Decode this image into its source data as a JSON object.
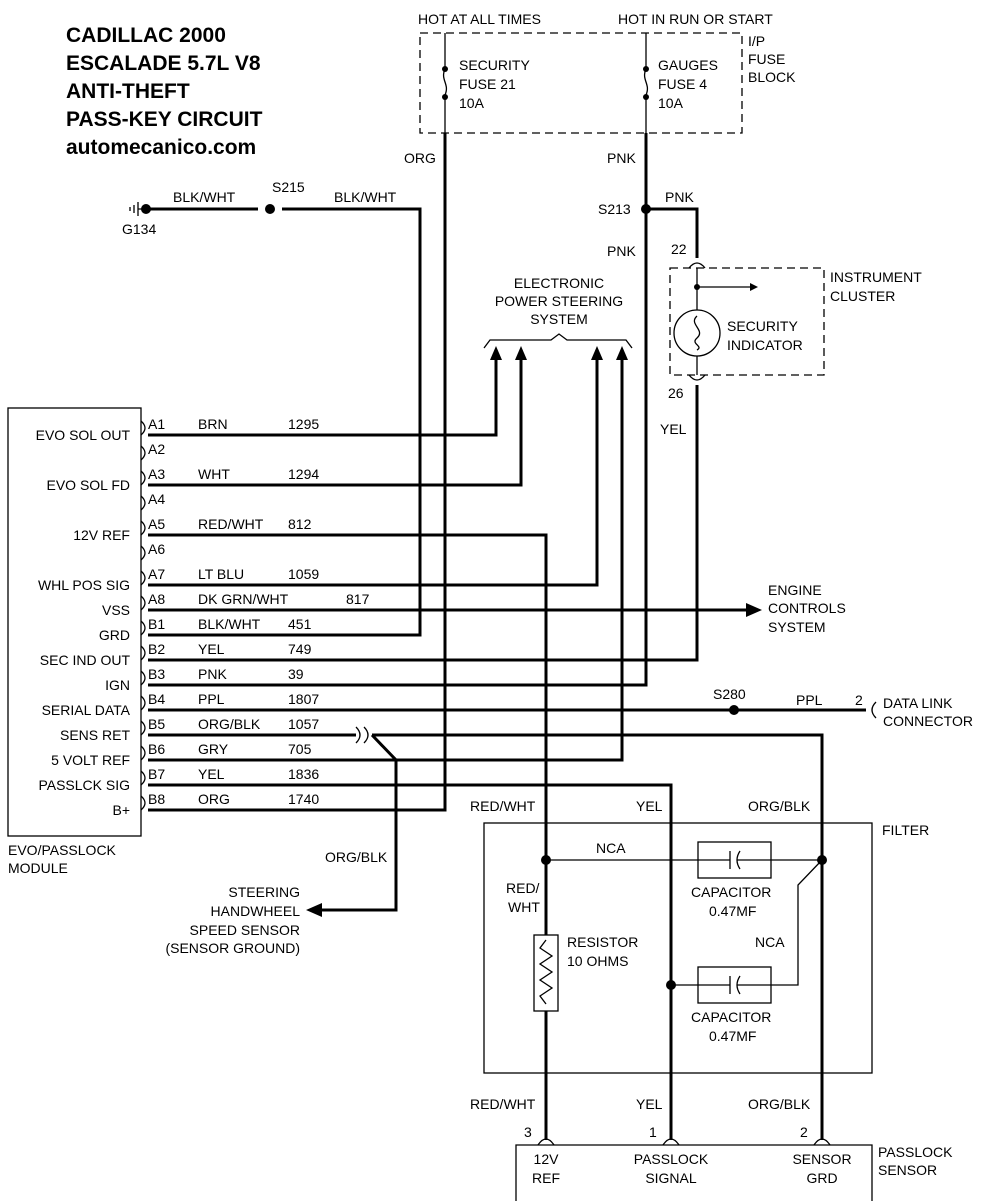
{
  "title": {
    "line1": "CADILLAC 2000",
    "line2": "ESCALADE 5.7L V8",
    "line3": "ANTI-THEFT",
    "line4": "PASS-KEY CIRCUIT",
    "line5": "automecanico.com"
  },
  "fuse_block": {
    "hot_at_all_times": "HOT AT ALL TIMES",
    "hot_in_run": "HOT IN RUN OR START",
    "label1": "I/P",
    "label2": "FUSE",
    "label3": "BLOCK",
    "fuse1": [
      "SECURITY",
      "FUSE 21",
      "10A"
    ],
    "fuse2": [
      "GAUGES",
      "FUSE 4",
      "10A"
    ]
  },
  "top_wires": {
    "org": "ORG",
    "pnk1": "PNK",
    "pnk2": "PNK",
    "pnk3": "PNK",
    "s213": "S213",
    "blkwht1": "BLK/WHT",
    "blkwht2": "BLK/WHT",
    "s215": "S215",
    "g134": "G134"
  },
  "instrument_cluster": {
    "label1": "INSTRUMENT",
    "label2": "CLUSTER",
    "indicator1": "SECURITY",
    "indicator2": "INDICATOR",
    "pin_top": "22",
    "pin_bottom": "26",
    "wire_yel": "YEL"
  },
  "eps": {
    "line1": "ELECTRONIC",
    "line2": "POWER STEERING",
    "line3": "SYSTEM"
  },
  "module": {
    "name1": "EVO/PASSLOCK",
    "name2": "MODULE",
    "rows": [
      {
        "pin": "A1",
        "label": "EVO SOL OUT",
        "wire": "BRN",
        "circuit": "1295"
      },
      {
        "pin": "A2",
        "label": "",
        "wire": "",
        "circuit": ""
      },
      {
        "pin": "A3",
        "label": "EVO SOL FD",
        "wire": "WHT",
        "circuit": "1294"
      },
      {
        "pin": "A4",
        "label": "",
        "wire": "",
        "circuit": ""
      },
      {
        "pin": "A5",
        "label": "12V REF",
        "wire": "RED/WHT",
        "circuit": "812"
      },
      {
        "pin": "A6",
        "label": "",
        "wire": "",
        "circuit": ""
      },
      {
        "pin": "A7",
        "label": "WHL POS SIG",
        "wire": "LT BLU",
        "circuit": "1059"
      },
      {
        "pin": "A8",
        "label": "VSS",
        "wire": "DK GRN/WHT",
        "circuit": "817"
      },
      {
        "pin": "B1",
        "label": "GRD",
        "wire": "BLK/WHT",
        "circuit": "451"
      },
      {
        "pin": "B2",
        "label": "SEC IND OUT",
        "wire": "YEL",
        "circuit": "749"
      },
      {
        "pin": "B3",
        "label": "IGN",
        "wire": "PNK",
        "circuit": "39"
      },
      {
        "pin": "B4",
        "label": "SERIAL DATA",
        "wire": "PPL",
        "circuit": "1807"
      },
      {
        "pin": "B5",
        "label": "SENS RET",
        "wire": "ORG/BLK",
        "circuit": "1057"
      },
      {
        "pin": "B6",
        "label": "5 VOLT REF",
        "wire": "GRY",
        "circuit": "705"
      },
      {
        "pin": "B7",
        "label": "PASSLCK SIG",
        "wire": "YEL",
        "circuit": "1836"
      },
      {
        "pin": "B8",
        "label": "B+",
        "wire": "ORG",
        "circuit": "1740"
      }
    ]
  },
  "engine_controls": {
    "line1": "ENGINE",
    "line2": "CONTROLS",
    "line3": "SYSTEM"
  },
  "data_link": {
    "splice": "S280",
    "wire": "PPL",
    "pin": "2",
    "line1": "DATA LINK",
    "line2": "CONNECTOR"
  },
  "steering_sensor": {
    "wire": "ORG/BLK",
    "line1": "STEERING",
    "line2": "HANDWHEEL",
    "line3": "SPEED SENSOR",
    "line4": "(SENSOR GROUND)"
  },
  "filter": {
    "label": "FILTER",
    "redwht_top": "RED/WHT",
    "yel_top": "YEL",
    "orgblk_top": "ORG/BLK",
    "nca1": "NCA",
    "nca2": "NCA",
    "redwht_inner1": "RED/",
    "redwht_inner2": "WHT",
    "cap1_1": "CAPACITOR",
    "cap1_2": "0.47MF",
    "cap2_1": "CAPACITOR",
    "cap2_2": "0.47MF",
    "res1": "RESISTOR",
    "res2": "10 OHMS",
    "redwht_bottom": "RED/WHT",
    "yel_bottom": "YEL",
    "orgblk_bottom": "ORG/BLK"
  },
  "passlock_sensor": {
    "label1": "PASSLOCK",
    "label2": "SENSOR",
    "pin1": "3",
    "pin2": "1",
    "pin3": "2",
    "col1_1": "12V",
    "col1_2": "REF",
    "col2_1": "PASSLOCK",
    "col2_2": "SIGNAL",
    "col3_1": "SENSOR",
    "col3_2": "GRD"
  }
}
